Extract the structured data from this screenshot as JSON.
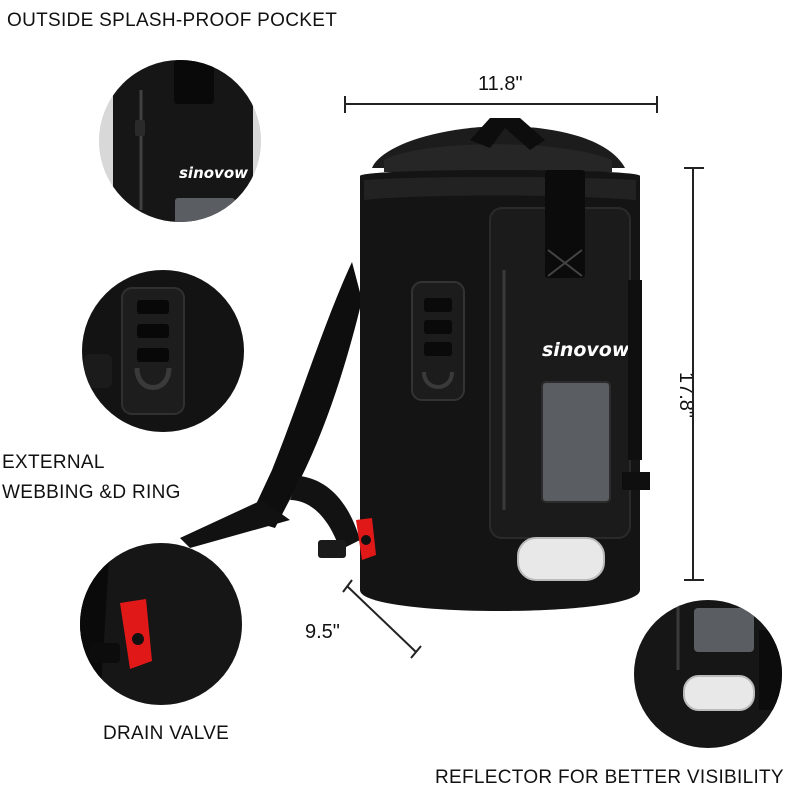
{
  "labels": {
    "pocket": "OUTSIDE SPLASH-PROOF POCKET",
    "webbing_line1": "EXTERNAL",
    "webbing_line2": "WEBBING &D RING",
    "drain": "DRAIN VALVE",
    "reflector": "REFLECTOR FOR BETTER VISIBILITY"
  },
  "dimensions": {
    "width": "11.8\"",
    "height": "17.8\"",
    "depth": "9.5\""
  },
  "brand": "sinovow",
  "colors": {
    "bag": "#141414",
    "bag_highlight": "#2e2e2e",
    "window": "#5a5e62",
    "valve": "#e01818",
    "reflector": "#e8e8e8"
  }
}
